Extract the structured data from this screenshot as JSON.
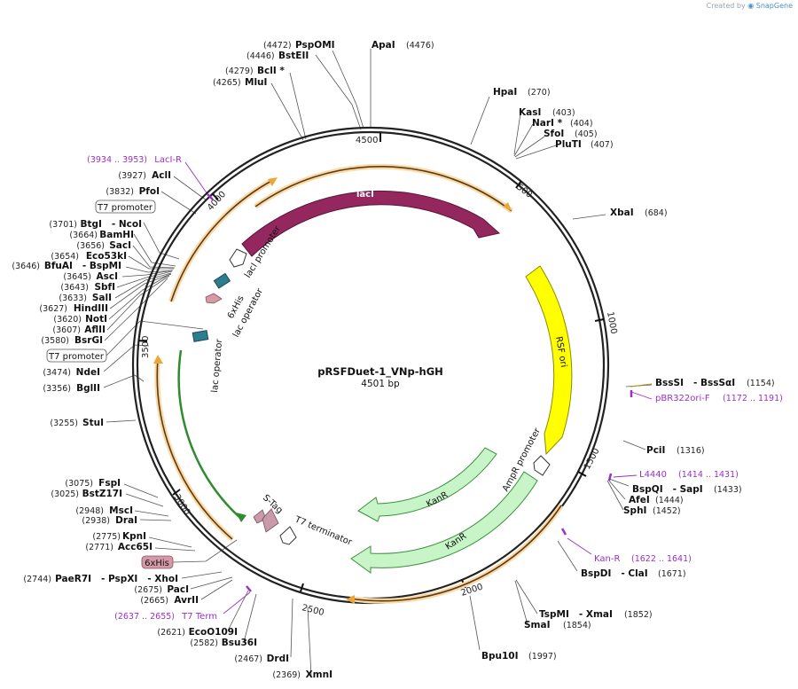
{
  "credit": {
    "prefix": "Created by",
    "brand": "SnapGene"
  },
  "plasmid": {
    "name": "pRSFDuet-1_VNp-hGH",
    "length_label": "4501 bp",
    "length": 4501
  },
  "ticks": [
    "500",
    "1000",
    "1500",
    "2000",
    "2500",
    "3000",
    "3500",
    "4000",
    "4500"
  ],
  "features": [
    {
      "label": "lacI",
      "type": "cds",
      "color": "#95275f"
    },
    {
      "label": "lacI promoter",
      "type": "promoter",
      "color": "#ffffff"
    },
    {
      "label": "6xHis",
      "type": "tag",
      "color": "#d59aa7"
    },
    {
      "label": "lac operator",
      "type": "binding",
      "color": "#2c7d8e"
    },
    {
      "label": "lac operator",
      "type": "binding",
      "color": "#2c7d8e"
    },
    {
      "label": "RSF ori",
      "type": "origin",
      "color": "#ffff00"
    },
    {
      "label": "AmpR promoter",
      "type": "promoter",
      "color": "#ffffff"
    },
    {
      "label": "KanR",
      "type": "cds",
      "color": "#c8f5c8"
    },
    {
      "label": "KanR",
      "type": "cds",
      "color": "#c8f5c8"
    },
    {
      "label": "S-Tag",
      "type": "tag",
      "color": "#c99aaa"
    },
    {
      "label": "T7 terminator",
      "type": "terminator",
      "color": "#ffffff"
    }
  ],
  "site_labels": [
    {
      "pos": "(4472)",
      "name": "PspOMI"
    },
    {
      "pos": "(4446)",
      "name": "BstEII"
    },
    {
      "pos": "(4279)",
      "name": "BclI *"
    },
    {
      "pos": "(4265)",
      "name": "MluI"
    },
    {
      "pos": "(4476)",
      "name": "ApaI"
    },
    {
      "pos": "(270)",
      "name": "HpaI"
    },
    {
      "pos": "(403)",
      "name": "KasI"
    },
    {
      "pos": "(404)",
      "name": "NarI *"
    },
    {
      "pos": "(405)",
      "name": "SfoI"
    },
    {
      "pos": "(407)",
      "name": "PluTI"
    },
    {
      "pos": "(684)",
      "name": "XbaI"
    },
    {
      "pos": "(1154)",
      "name": "BssSI   - BssSαI"
    },
    {
      "pos": "(1316)",
      "name": "PciI"
    },
    {
      "pos": "(1433)",
      "name": "BspQI   - SapI"
    },
    {
      "pos": "(1444)",
      "name": "AfeI"
    },
    {
      "pos": "(1452)",
      "name": "SphI"
    },
    {
      "pos": "(1671)",
      "name": "BspDI   - ClaI"
    },
    {
      "pos": "(1852)",
      "name": "TspMI   - XmaI"
    },
    {
      "pos": "(1854)",
      "name": "SmaI"
    },
    {
      "pos": "(1997)",
      "name": "Bpu10I"
    },
    {
      "pos": "(3927)",
      "name": "AclI"
    },
    {
      "pos": "(3832)",
      "name": "PfoI"
    },
    {
      "pos": "(3701)",
      "name": "BtgI   - NcoI"
    },
    {
      "pos": "(3664)",
      "name": "BamHI"
    },
    {
      "pos": "(3656)",
      "name": "SacI"
    },
    {
      "pos": "(3654)",
      "name": "Eco53kI"
    },
    {
      "pos": "(3646)",
      "name": "BfuAI   - BspMI"
    },
    {
      "pos": "(3645)",
      "name": "AscI"
    },
    {
      "pos": "(3643)",
      "name": "SbfI"
    },
    {
      "pos": "(3633)",
      "name": "SalI"
    },
    {
      "pos": "(3627)",
      "name": "HindIII"
    },
    {
      "pos": "(3620)",
      "name": "NotI"
    },
    {
      "pos": "(3607)",
      "name": "AflII"
    },
    {
      "pos": "(3580)",
      "name": "BsrGI"
    },
    {
      "pos": "(3474)",
      "name": "NdeI"
    },
    {
      "pos": "(3356)",
      "name": "BglII"
    },
    {
      "pos": "(3255)",
      "name": "StuI"
    },
    {
      "pos": "(3075)",
      "name": "FspI"
    },
    {
      "pos": "(3025)",
      "name": "BstZ17I"
    },
    {
      "pos": "(2948)",
      "name": "MscI"
    },
    {
      "pos": "(2938)",
      "name": "DraI"
    },
    {
      "pos": "(2775)",
      "name": "KpnI"
    },
    {
      "pos": "(2771)",
      "name": "Acc65I"
    },
    {
      "pos": "(2744)",
      "name": "PaeR7I   - PspXI   - XhoI"
    },
    {
      "pos": "(2675)",
      "name": "PacI"
    },
    {
      "pos": "(2665)",
      "name": "AvrII"
    },
    {
      "pos": "(2621)",
      "name": "EcoO109I"
    },
    {
      "pos": "(2582)",
      "name": "Bsu36I"
    },
    {
      "pos": "(2467)",
      "name": "DrdI"
    },
    {
      "pos": "(2369)",
      "name": "XmnI"
    }
  ],
  "primer_labels": [
    {
      "range": "(3934 .. 3953)",
      "name": "LacI-R"
    },
    {
      "range": "(1172 .. 1191)",
      "name": "pBR322ori-F"
    },
    {
      "range": "(1414 .. 1431)",
      "name": "L4440"
    },
    {
      "range": "(1622 .. 1641)",
      "name": "Kan-R"
    },
    {
      "range": "(2637 .. 2655)",
      "name": "T7 Term"
    }
  ],
  "boxed_labels": [
    "T7 promoter",
    "T7 promoter",
    "6xHis"
  ],
  "colors": {
    "primer": "#9b2fc6",
    "orf_stroke": "#e9a73b",
    "backbone": "#222222"
  }
}
